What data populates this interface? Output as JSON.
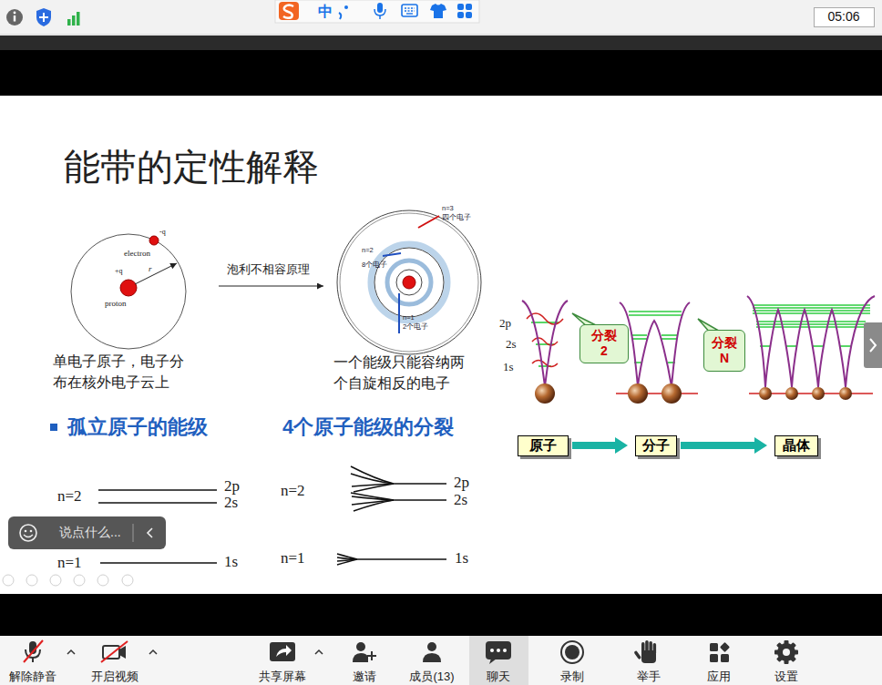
{
  "diagram": {
    "title": "能带的定性解释",
    "nodes": [
      {
        "text": [
          "05:06"
        ]
      },
      {
        "text": [
          "分裂 2"
        ]
      },
      {
        "text": [
          "分裂 N"
        ]
      },
      {
        "text": [
          "原子"
        ]
      },
      {
        "text": [
          "分子"
        ]
      },
      {
        "text": [
          "晶体"
        ]
      },
      {
        "text": [
          "说点什么..."
        ]
      }
    ],
    "edges": [
      {
        "from": 3,
        "to": 4,
        "arrow": "to"
      },
      {
        "from": 4,
        "to": 5,
        "arrow": "to"
      }
    ],
    "labels": [
      "中",
      "-q",
      "electron",
      "+q",
      "r",
      "proton",
      "泡利不相容原理",
      "n=3",
      "四个电子",
      "n=2",
      "8个电子",
      "n=1",
      "2个电子",
      "单电子原子，电子分布在核外电子云上",
      "一个能级只能容纳两个自旋相反的电子",
      "孤立原子的能级",
      "4个原子能级的分裂",
      "n=2",
      "2p",
      "2s",
      "n=1",
      "1s",
      "n=2",
      "2p",
      "2s",
      "n=1",
      "1s",
      "2p",
      "2s",
      "1s",
      "解除静音",
      "开启视频",
      "共享屏幕",
      "邀请",
      "成员(13)",
      "聊天",
      "录制",
      "举手",
      "应用",
      "设置"
    ]
  }
}
